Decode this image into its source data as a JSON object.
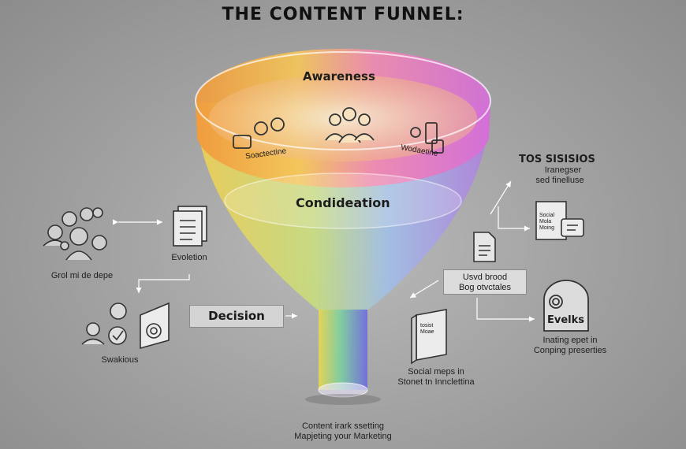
{
  "title": "THE CONTENT FUNNEL:",
  "funnel": {
    "stage1": "Awareness",
    "stage2": "Condideation",
    "rim_left_label": "Soactectine",
    "rim_right_label": "Wodaetine",
    "gradient_colors": [
      "#f0a040",
      "#f2d84a",
      "#9fd86a",
      "#7ab0e8",
      "#a070e0",
      "#e070c0"
    ]
  },
  "left": {
    "group1_caption": "Grol mi de depe",
    "doc_caption": "Evoletion",
    "decision_label": "Decision",
    "group2_caption": "Swakious"
  },
  "right": {
    "heading": "TOS SISISIOS",
    "subheading_line1": "Iranegser",
    "subheading_line2": "sed finelluse",
    "social_doc_text": "Social Mola Moing",
    "used_box_line1": "Usvd brood",
    "used_box_line2": "Bog otvctales",
    "evelks_label": "Evelks",
    "evelks_caption_line1": "Inating epet in",
    "evelks_caption_line2": "Conping preserties",
    "book_text": "tosist Moae",
    "social_caption_line1": "Social meps in",
    "social_caption_line2": "Stonet tn Innclettina"
  },
  "bottom": {
    "line1": "Content irark ssetting",
    "line2": "Mapjeting your Marketing"
  }
}
